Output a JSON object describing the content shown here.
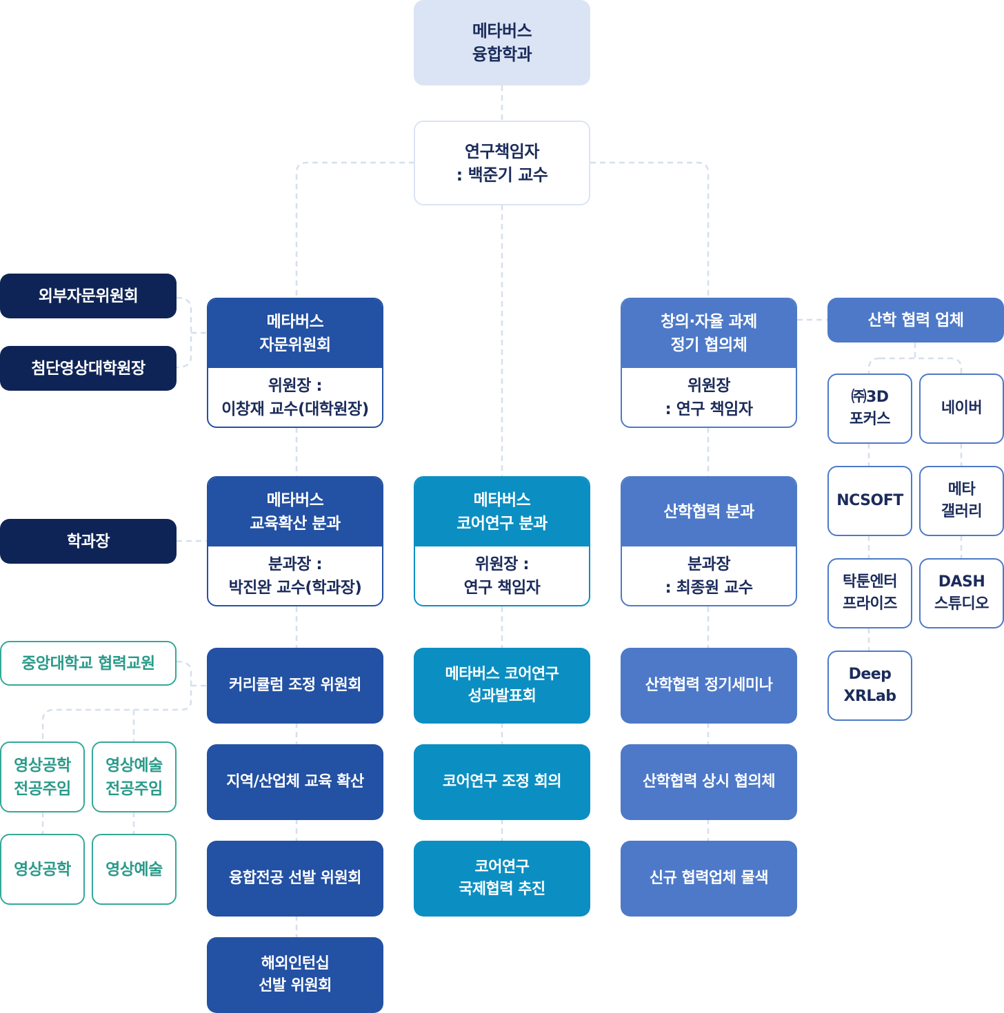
{
  "head": {
    "line1": "메타버스",
    "line2": "융합학과"
  },
  "pi": {
    "line1": "연구책임자",
    "line2": ": 백준기 교수"
  },
  "left_side": {
    "external_committee": "외부자문위원회",
    "dean": "첨단영상대학원장",
    "dept_head": "학과장",
    "faculty": "중앙대학교 협력교원",
    "film_eng_chief": "영상공학\n전공주임",
    "film_art_chief": "영상예술\n전공주임",
    "film_eng": "영상공학",
    "film_art": "영상예술"
  },
  "advisory": {
    "title": "메타버스\n자문위원회",
    "chair": "위원장 :\n이창재 교수(대학원장)"
  },
  "creative": {
    "title": "창의·자율 과제\n정기 협의체",
    "chair": "위원장\n: 연구 책임자"
  },
  "education": {
    "title": "메타버스\n교육확산 분과",
    "chair": "분과장 :\n박진완 교수(학과장)",
    "items": [
      "커리큘럼 조정 위원회",
      "지역/산업체 교육 확산",
      "융합전공 선발 위원회",
      "해외인턴십\n선발 위원회"
    ]
  },
  "core": {
    "title": "메타버스\n코어연구 분과",
    "chair": "위원장 :\n연구 책임자",
    "items": [
      "메타버스 코어연구\n성과발표회",
      "코어연구 조정 회의",
      "코어연구\n국제협력 추진"
    ]
  },
  "industry": {
    "title": "산학협력 분과",
    "chair": "분과장\n: 최종원 교수",
    "items": [
      "산학협력 정기세미나",
      "산학협력 상시 협의체",
      "신규 협력업체 물색"
    ]
  },
  "partners": {
    "title": "산학 협력 업체",
    "companies": [
      "㈜3D\n포커스",
      "네이버",
      "NCSOFT",
      "메타\n갤러리",
      "탁툰엔터\n프라이즈",
      "DASH\n스튜디오",
      "Deep\nXRLab"
    ]
  },
  "colors": {
    "head_bg": "#dbe4f4",
    "navy": "#0f2456",
    "blue": "#2351a3",
    "teal": "#0b8fc2",
    "sky": "#4d79c8",
    "green": "#33a898",
    "connector": "#d6dfee"
  }
}
